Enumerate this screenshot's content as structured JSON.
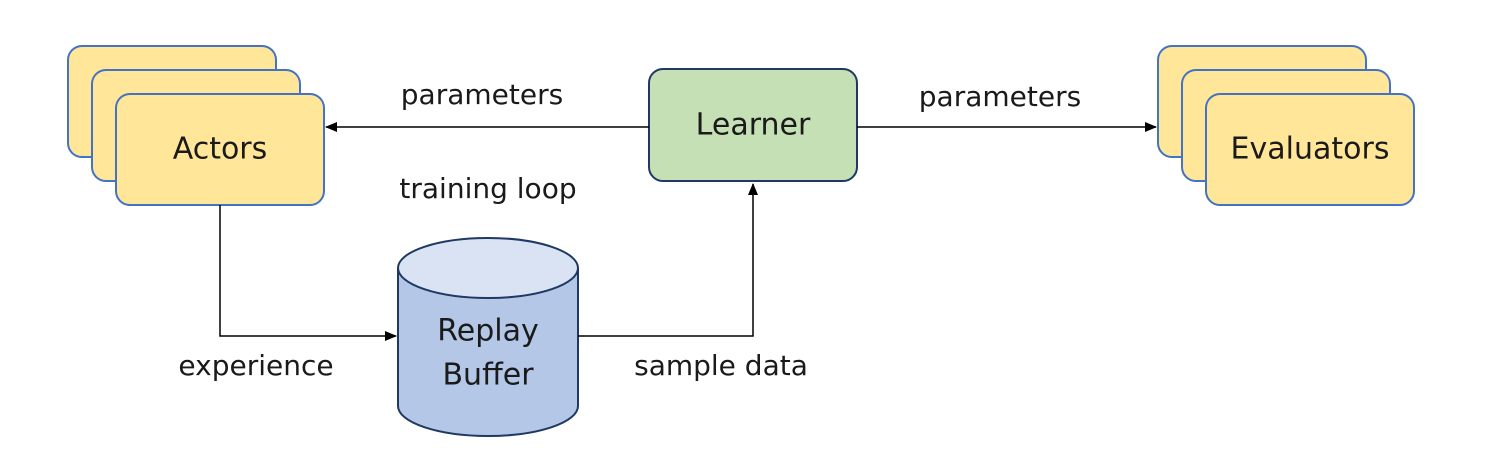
{
  "nodes": {
    "actors": {
      "label": "Actors"
    },
    "learner": {
      "label": "Learner"
    },
    "evaluators": {
      "label": "Evaluators"
    },
    "replay_buffer": {
      "label_line1": "Replay",
      "label_line2": "Buffer"
    }
  },
  "edges": {
    "learner_to_actors": {
      "label": "parameters"
    },
    "learner_to_evaluators": {
      "label": "parameters"
    },
    "actors_to_buffer": {
      "label": "experience"
    },
    "buffer_to_learner": {
      "label": "sample data"
    }
  },
  "annotations": {
    "loop": "training loop"
  },
  "colors": {
    "stack_fill": "#FFE699",
    "stack_stroke": "#4472C4",
    "learner_fill": "#C5E0B4",
    "learner_stroke": "#1F3864",
    "cylinder_body": "#B4C7E7",
    "cylinder_top": "#DAE3F3",
    "cylinder_stroke": "#1F3864",
    "arrow": "#000000"
  }
}
